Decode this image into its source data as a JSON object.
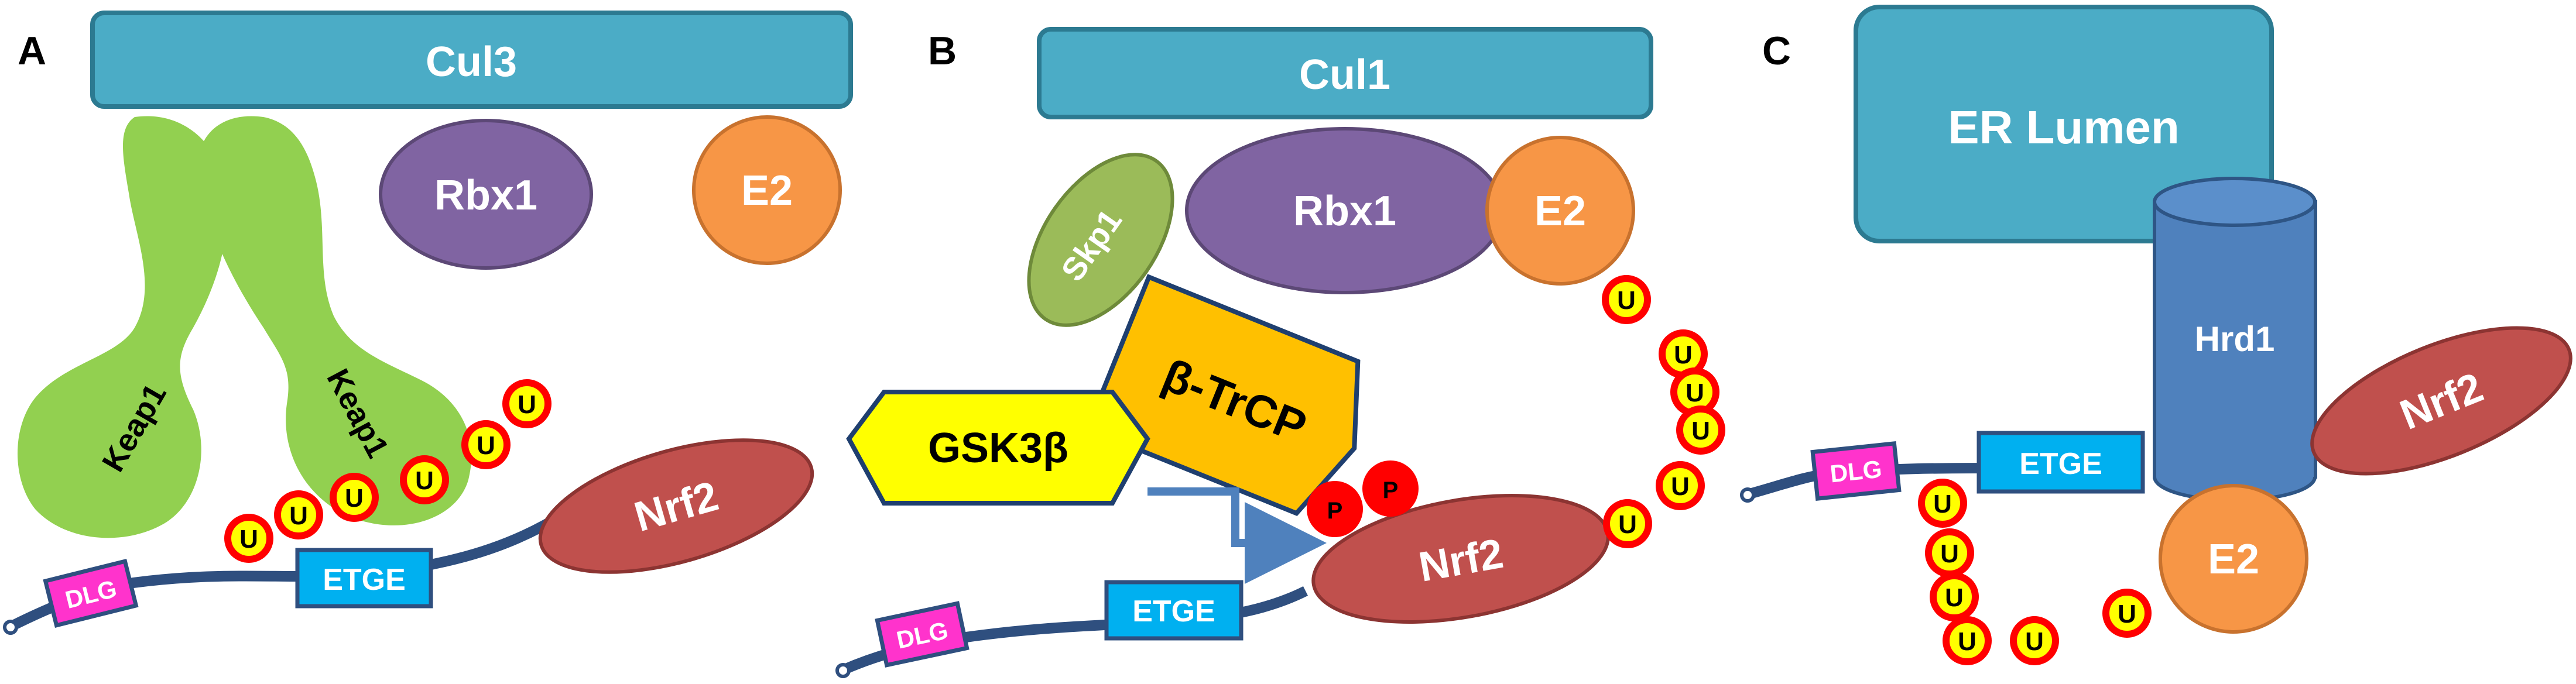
{
  "panels": {
    "A": {
      "letter": "A",
      "cullin": "Cul3",
      "rbx": "Rbx1",
      "e2": "E2",
      "keap_left": "Keap1",
      "keap_right": "Keap1",
      "dlg": "DLG",
      "etge": "ETGE",
      "nrf2": "Nrf2",
      "ub": "U"
    },
    "B": {
      "letter": "B",
      "cullin": "Cul1",
      "skp1": "Skp1",
      "rbx": "Rbx1",
      "e2": "E2",
      "btrcp": "β-TrCP",
      "gsk3b": "GSK3β",
      "phospho": "P",
      "nrf2": "Nrf2",
      "dlg": "DLG",
      "etge": "ETGE",
      "ub": "U"
    },
    "C": {
      "letter": "C",
      "er": "ER Lumen",
      "hrd1": "Hrd1",
      "nrf2": "Nrf2",
      "dlg": "DLG",
      "etge": "ETGE",
      "e2": "E2",
      "ub": "U"
    }
  },
  "colors": {
    "cullin": "#4bacc6",
    "cullin_border": "#2c7a91",
    "rbx": "#8064a2",
    "e2": "#f79646",
    "keap1": "#92d050",
    "skp1": "#9bbb59",
    "btrcp": "#ffc000",
    "gsk3b": "#ffff00",
    "nrf2": "#c0504d",
    "dlg": "#ff33cc",
    "etge": "#00b0f0",
    "strand": "#2f4f7f",
    "ub_fill": "#ffff00",
    "ub_ring": "#ff0000",
    "phospho": "#ff0000",
    "hrd1": "#4f81bd",
    "arrow": "#4f81bd"
  }
}
